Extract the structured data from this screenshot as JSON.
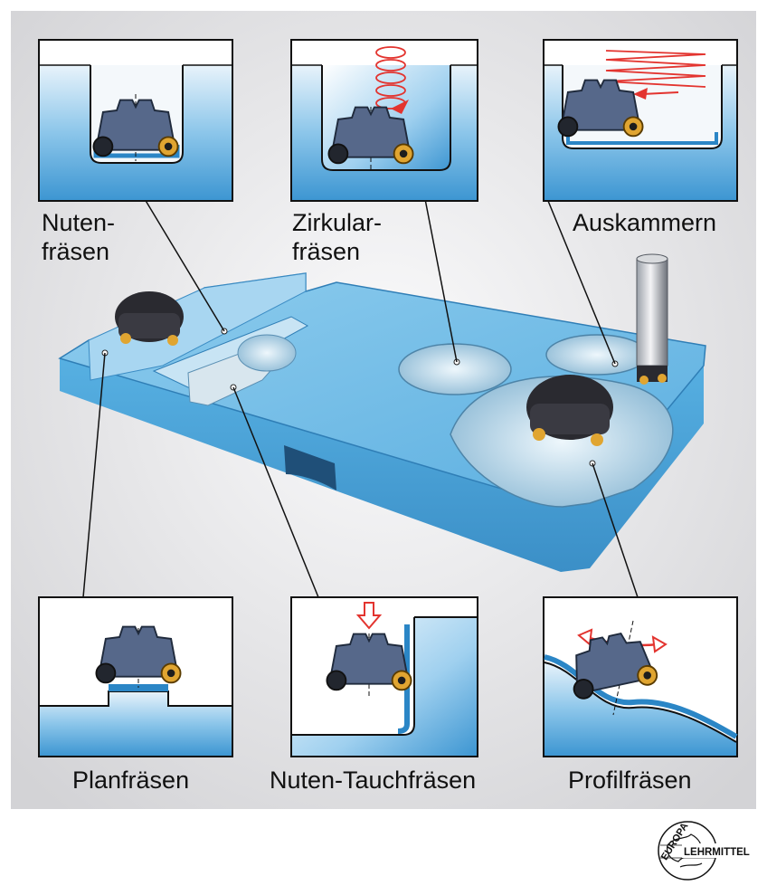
{
  "labels": {
    "nutenfraesen": [
      "Nuten-",
      "fräsen"
    ],
    "zirkularfraesen": [
      "Zirkular-",
      "fräsen"
    ],
    "auskammern": "Auskammern",
    "planfraesen": "Planfräsen",
    "nuten_tauchfraesen": "Nuten-Tauchfräsen",
    "profilfraesen": "Profilfräsen"
  },
  "logo": {
    "top": "EUROPA",
    "bottom": "LEHRMITTEL"
  },
  "colors": {
    "background": "#dcdcde",
    "workpiece": "#5fb3e0",
    "inset_blue": "#5aa8d8",
    "cutter": "#5a6a88",
    "insert_gold": "#e0a531",
    "arrow_red": "#e3342f"
  }
}
